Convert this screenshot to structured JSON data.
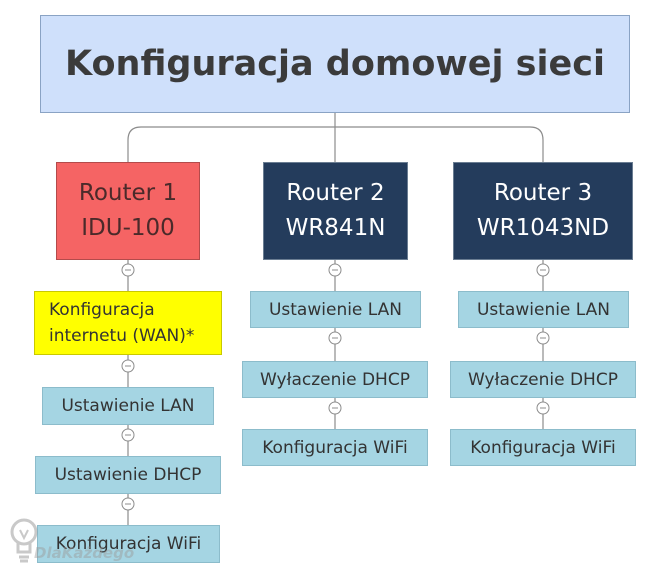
{
  "title": "Konfiguracja domowej sieci",
  "routers": [
    {
      "line1": "Router 1",
      "line2": "IDU-100",
      "color": "#f56464",
      "steps": [
        "Konfiguracja internetu (WAN)*",
        "Ustawienie LAN",
        "Ustawienie DHCP",
        "Konfiguracja WiFi"
      ]
    },
    {
      "line1": "Router 2",
      "line2": "WR841N",
      "color": "#243c5c",
      "steps": [
        "Ustawienie LAN",
        "Wyłaczenie DHCP",
        "Konfiguracja WiFi"
      ]
    },
    {
      "line1": "Router 3",
      "line2": "WR1043ND",
      "color": "#243c5c",
      "steps": [
        "Ustawienie LAN",
        "Wyłaczenie DHCP",
        "Konfiguracja WiFi"
      ]
    }
  ],
  "highlight_color": "#ffff00",
  "step_color": "#a5d5e3",
  "watermark": "DlaKażdego"
}
